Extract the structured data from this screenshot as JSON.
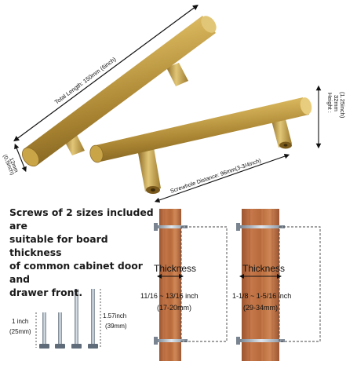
{
  "dimensions": {
    "total_length": "Total Length: 150mm (6inch)",
    "diameter_mm": "12mm",
    "diameter_in": "(0.5inch)",
    "height_label": "Height :",
    "height_mm": "32mm",
    "height_in": "(1.25inch)",
    "screwhole_distance": "Screwhole Distance: 96mm(3-3/4inch)"
  },
  "screws": {
    "note_line1": "Screws of 2 sizes included are",
    "note_line2": "suitable for board thickness",
    "note_line3": "of common cabinet door and",
    "note_line4": "drawer front.",
    "short_in": "1 inch",
    "short_mm": "(25mm)",
    "long_in": "1.57inch",
    "long_mm": "(39mm)"
  },
  "boards": {
    "left": {
      "thickness_label": "Thickness",
      "range_in": "11/16 ~ 13/16 inch",
      "range_mm": "(17-20mm)"
    },
    "right": {
      "thickness_label": "Thickness",
      "range_in": "1-1/8 ~ 1-5/16 inch",
      "range_mm": "(29-34mm)"
    }
  },
  "colors": {
    "brass": "#c9a74a",
    "wood": "#b86a3c",
    "text": "#1a1a1a"
  }
}
